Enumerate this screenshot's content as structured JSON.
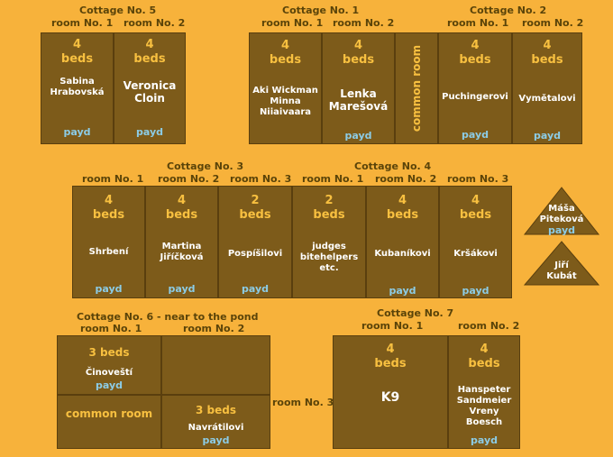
{
  "cottage5": {
    "title": "Cottage No. 5",
    "room1": {
      "label": "room No. 1",
      "beds": "4 beds",
      "names": [
        "Sabina",
        "Hrabovská"
      ],
      "status": "payd"
    },
    "room2": {
      "label": "room No. 2",
      "beds": "4 beds",
      "names": [
        "Veronica",
        "Cloin"
      ],
      "status": "payd"
    }
  },
  "cottage1": {
    "title": "Cottage No. 1",
    "room1": {
      "label": "room No. 1",
      "beds": "4 beds",
      "names": [
        "Aki Wickman",
        "Minna",
        "Niiaivaara"
      ]
    },
    "room2": {
      "label": "room No. 2",
      "beds": "4 beds",
      "names": [
        "Lenka",
        "Marešová"
      ],
      "status": "payd"
    },
    "common": "common room"
  },
  "cottage2": {
    "title": "Cottage No. 2",
    "room1": {
      "label": "room No. 1",
      "beds": "4 beds",
      "names": [
        "Puchingerovi"
      ],
      "status": "payd"
    },
    "room2": {
      "label": "room No. 2",
      "beds": "4 beds",
      "names": [
        "Vymětalovi"
      ],
      "status": "payd"
    }
  },
  "cottage3": {
    "title": "Cottage No. 3",
    "room1": {
      "label": "room No. 1",
      "beds": "4 beds",
      "names": [
        "Shrbení"
      ],
      "status": "payd"
    },
    "room2": {
      "label": "room No. 2",
      "beds": "4 beds",
      "names": [
        "Martina",
        "Jiříčková"
      ],
      "status": "payd"
    },
    "room3": {
      "label": "room No. 3",
      "beds": "2 beds",
      "names": [
        "Pospíšilovi"
      ],
      "status": "payd"
    }
  },
  "cottage4": {
    "title": "Cottage No. 4",
    "room1": {
      "label": "room No. 1",
      "beds": "2 beds",
      "names": [
        "judges",
        "bitehelpers",
        "etc."
      ]
    },
    "room2": {
      "label": "room No. 2",
      "beds": "4 beds",
      "names": [
        "Kubaníkovi"
      ],
      "status": "payd"
    },
    "room3": {
      "label": "room No. 3",
      "beds": "4 beds",
      "names": [
        "Kršákovi"
      ],
      "status": "payd"
    }
  },
  "tents": {
    "tent1": {
      "names": [
        "Máša",
        "Piteková"
      ],
      "status": "payd"
    },
    "tent2": {
      "names": [
        "Jiří",
        "Kubát"
      ]
    }
  },
  "cottage6": {
    "title": "Cottage No. 6 - near to the pond",
    "room1": {
      "label": "room No. 1",
      "beds": "3 beds",
      "names": [
        "Činoveští"
      ],
      "status": "payd"
    },
    "room2": {
      "label": "room No. 2"
    },
    "common": "common room",
    "room3": {
      "label": "room No. 3",
      "beds": "3 beds",
      "names": [
        "Navrátilovi"
      ],
      "status": "payd"
    }
  },
  "cottage7": {
    "title": "Cottage No. 7",
    "room1": {
      "label": "room No. 1",
      "beds": "4 beds",
      "names": [
        "K9"
      ]
    },
    "room2": {
      "label": "room No. 2",
      "beds": "4 beds",
      "names": [
        "Hanspeter",
        "Sandmeier",
        "Vreny",
        "Boesch"
      ],
      "status": "payd"
    }
  }
}
